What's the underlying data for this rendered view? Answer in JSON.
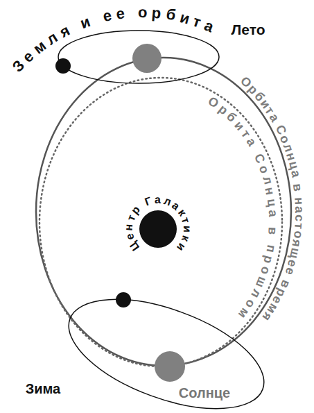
{
  "diagram": {
    "labels": [
      "Земля и ее орбита",
      "Лето",
      "Орбита Солнца в настоящее время",
      "Орбита Солнца в прошлом",
      "Центр Галактики",
      "Зима",
      "Солнце"
    ]
  }
}
